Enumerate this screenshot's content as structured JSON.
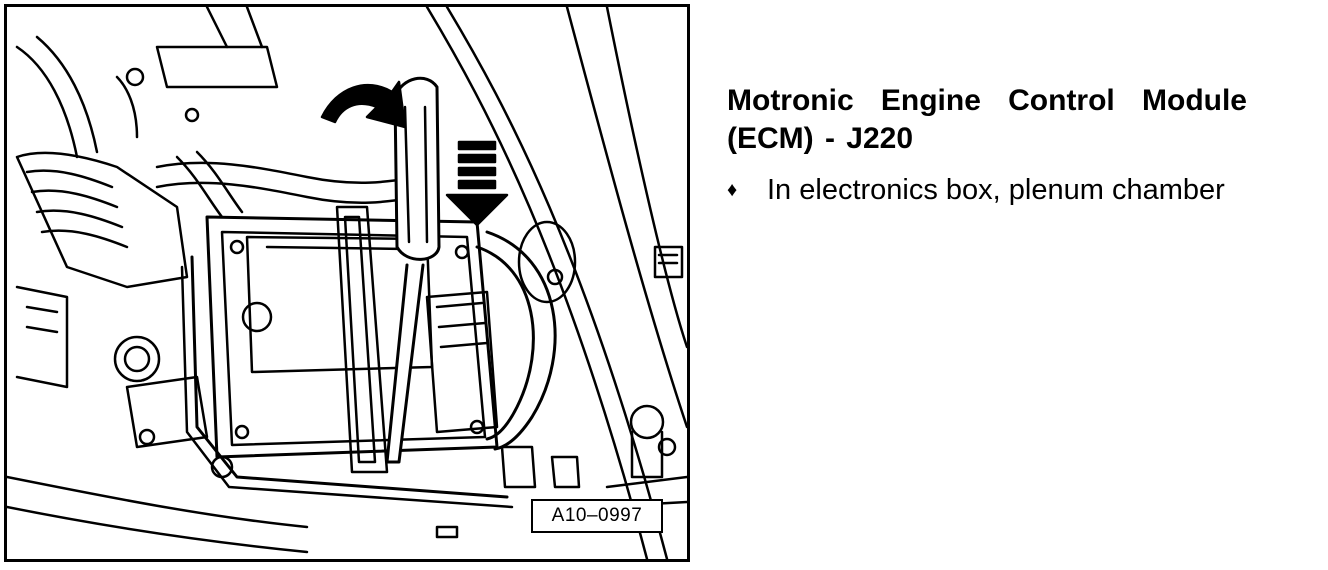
{
  "figure": {
    "label": "A10–0997",
    "colors": {
      "line": "#000000",
      "background": "#ffffff"
    }
  },
  "content": {
    "heading": "Motronic Engine Control Module (ECM) - J220",
    "bullet_icon": "diamond-bullet-icon",
    "bullets": [
      {
        "text": "In electronics box, plenum chamber"
      }
    ]
  }
}
